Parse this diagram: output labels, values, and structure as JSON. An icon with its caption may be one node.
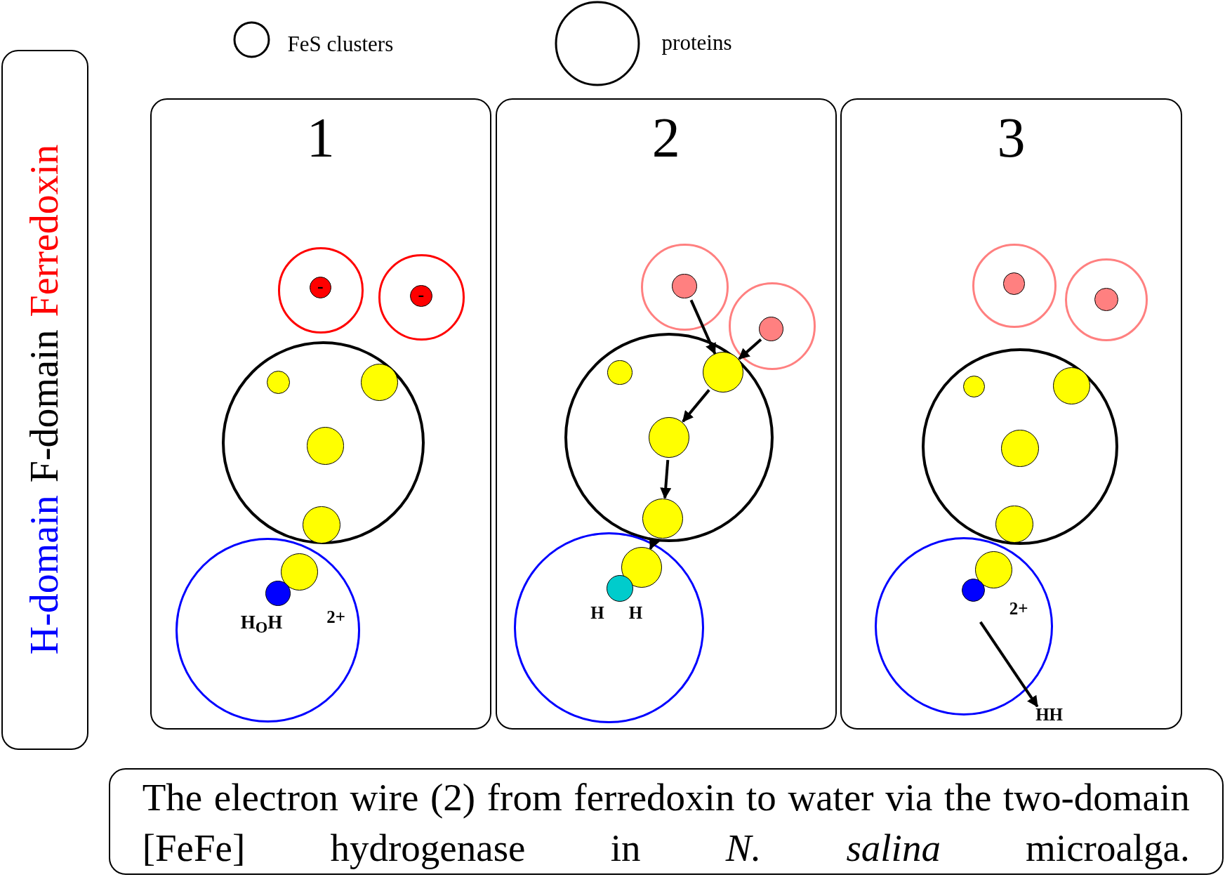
{
  "diagram": {
    "caption": "The electron wire (2) from ferredoxin to water via the two-domain [FeFe] hydrogenase in *N. salina* microalga.",
    "nodes": [
      {
        "text": [
          "H-domain",
          "F-domain",
          "Ferredoxin"
        ]
      },
      {
        "text": [
          "1"
        ]
      },
      {
        "text": [],
        "shape": "circle",
        "in": 1
      },
      {
        "text": [
          "-"
        ],
        "in": 2
      },
      {
        "text": [],
        "shape": "circle",
        "in": 1
      },
      {
        "text": [
          "-"
        ],
        "in": 4
      },
      {
        "text": [],
        "shape": "circle",
        "in": 1
      },
      {
        "text": [],
        "shape": "circle",
        "in": 6
      },
      {
        "text": [],
        "shape": "circle",
        "in": 6
      },
      {
        "text": [],
        "shape": "circle",
        "in": 6
      },
      {
        "text": [],
        "shape": "circle",
        "in": 6
      },
      {
        "text": [],
        "shape": "circle",
        "in": 1
      },
      {
        "text": [],
        "shape": "circle",
        "in": 11
      },
      {
        "text": [],
        "shape": "circle",
        "in": 11
      },
      {
        "text": [
          "2"
        ]
      },
      {
        "text": [],
        "shape": "circle",
        "in": 14
      },
      {
        "text": [],
        "shape": "circle",
        "in": 15
      },
      {
        "text": [],
        "shape": "circle",
        "in": 14
      },
      {
        "text": [],
        "shape": "circle",
        "in": 17
      },
      {
        "text": [],
        "shape": "circle",
        "in": 14
      },
      {
        "text": [],
        "shape": "circle",
        "in": 19
      },
      {
        "text": [],
        "shape": "circle",
        "in": 19
      },
      {
        "text": [],
        "shape": "circle",
        "in": 19
      },
      {
        "text": [],
        "shape": "circle",
        "in": 19
      },
      {
        "text": [],
        "shape": "circle",
        "in": 14
      },
      {
        "text": [],
        "shape": "circle",
        "in": 24
      },
      {
        "text": [],
        "shape": "circle",
        "in": 24
      },
      {
        "text": [
          "3"
        ]
      },
      {
        "text": [],
        "shape": "circle",
        "in": 27
      },
      {
        "text": [],
        "shape": "circle",
        "in": 28
      },
      {
        "text": [],
        "shape": "circle",
        "in": 27
      },
      {
        "text": [],
        "shape": "circle",
        "in": 30
      },
      {
        "text": [],
        "shape": "circle",
        "in": 27
      },
      {
        "text": [],
        "shape": "circle",
        "in": 32
      },
      {
        "text": [],
        "shape": "circle",
        "in": 32
      },
      {
        "text": [],
        "shape": "circle",
        "in": 32
      },
      {
        "text": [],
        "shape": "circle",
        "in": 32
      },
      {
        "text": [],
        "shape": "circle",
        "in": 27
      },
      {
        "text": [],
        "shape": "circle",
        "in": 37
      },
      {
        "text": [],
        "shape": "circle",
        "in": 37
      },
      {
        "text": [
          "HH"
        ],
        "in": 27
      }
    ],
    "edges": [
      {
        "from": 16,
        "to": 21,
        "arrow": "to"
      },
      {
        "from": 18,
        "to": 21,
        "arrow": "to"
      },
      {
        "from": 21,
        "to": 22,
        "arrow": "to"
      },
      {
        "from": 22,
        "to": 23,
        "arrow": "to"
      },
      {
        "from": 23,
        "to": 25,
        "arrow": "to"
      },
      {
        "from": null,
        "to": 40,
        "arrow": "to"
      }
    ],
    "labels": [
      "H$_{O}$H",
      "2+",
      "H",
      "H",
      "2+"
    ],
    "legend": [
      {
        "text": "FeS clusters"
      },
      {
        "text": "proteins"
      }
    ]
  }
}
